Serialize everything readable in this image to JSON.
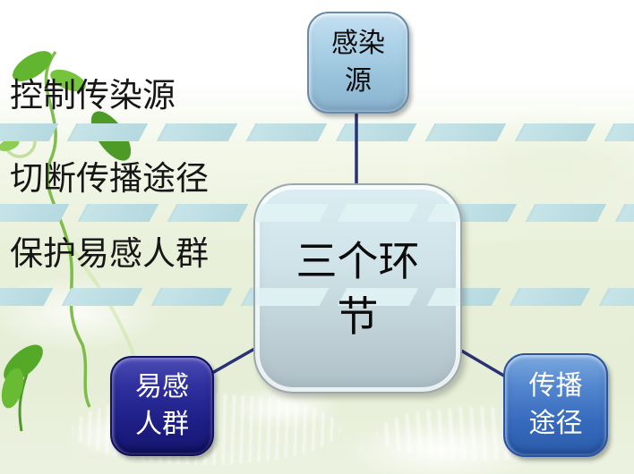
{
  "slide": {
    "left_items": [
      {
        "text": "控制传染源"
      },
      {
        "text": "切断传播途径"
      },
      {
        "text": "保护易感人群"
      }
    ]
  },
  "diagram": {
    "center_label": "三个环节",
    "top_label": "感染源",
    "bottom_left_label": "易感人群",
    "bottom_right_label": "传播途径"
  },
  "colors": {
    "connector": "#2b3274",
    "band": "#b9dde2",
    "top_node_fill": "#9cc6de",
    "center_node_fill": "#c5d9df",
    "bottom_left_node_fill": "#1e1e86",
    "bottom_right_node_fill": "#3569bc",
    "background_tint": "#e9f0da",
    "leaf_green": "#5aaa2a",
    "text_color": "#161616",
    "node_text_light": "#ffffff"
  }
}
